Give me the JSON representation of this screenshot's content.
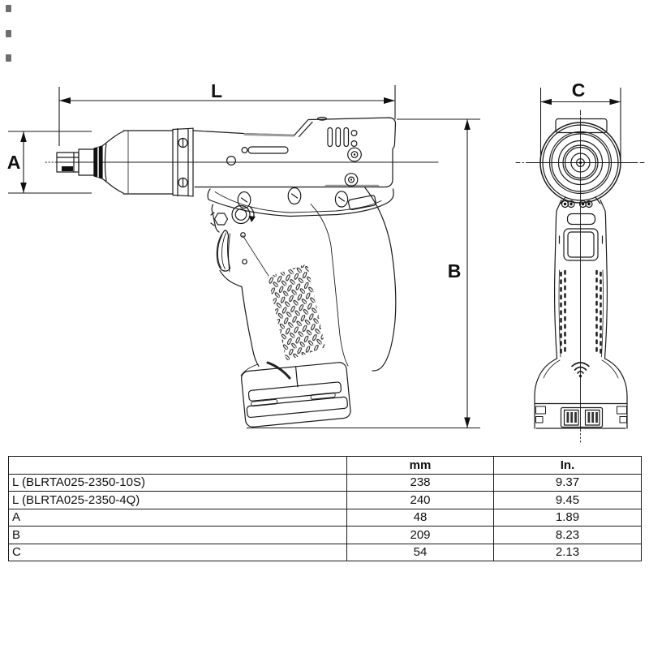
{
  "drawing": {
    "dim_L": "L",
    "dim_A": "A",
    "dim_B": "B",
    "dim_C": "C"
  },
  "table": {
    "headers": {
      "label": "",
      "mm": "mm",
      "in": "In."
    },
    "rows": [
      {
        "label": "L (BLRTA025-2350-10S)",
        "mm": "238",
        "in": "9.37"
      },
      {
        "label": "L (BLRTA025-2350-4Q)",
        "mm": "240",
        "in": "9.45"
      },
      {
        "label": "A",
        "mm": "48",
        "in": "1.89"
      },
      {
        "label": "B",
        "mm": "209",
        "in": "8.23"
      },
      {
        "label": "C",
        "mm": "54",
        "in": "2.13"
      }
    ]
  },
  "colors": {
    "line": "#1a1a1a",
    "thick_edge": "#999999",
    "dark_fill": "#111111"
  }
}
